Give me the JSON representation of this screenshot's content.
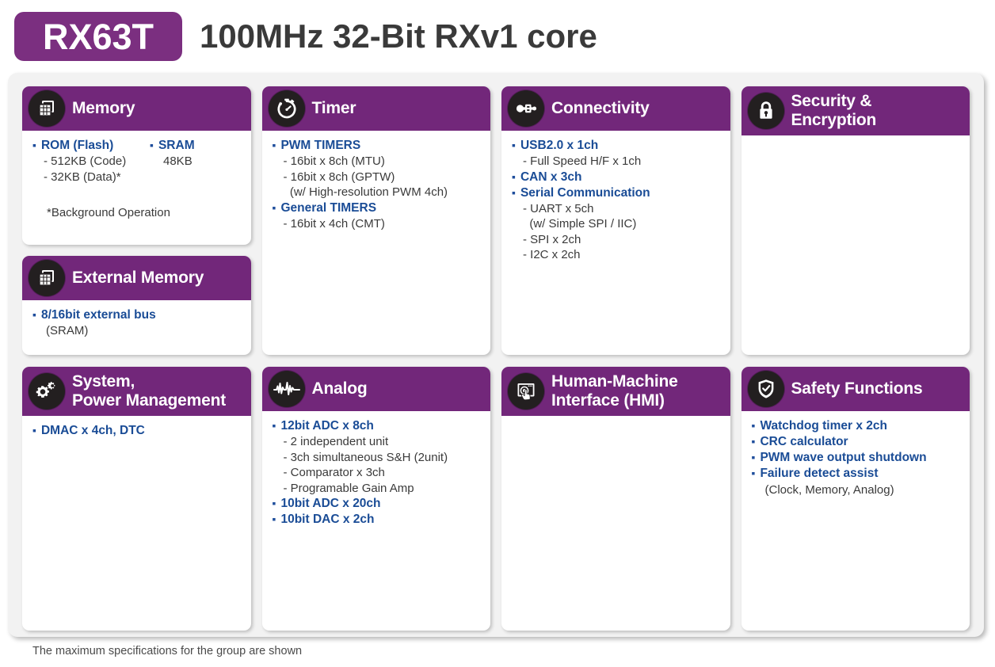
{
  "header": {
    "badge_label": "RX63T",
    "title": "100MHz 32-Bit RXv1 core",
    "badge_color": "#7B2F80",
    "title_color": "#3A3A3A"
  },
  "theme": {
    "header_purple": "#72277A",
    "accent_blue": "#1A4C96",
    "body_text": "#3A3A3A",
    "panel_bg": "#F2F2F2",
    "card_bg": "#FFFFFF",
    "icon_bg": "#231F20"
  },
  "cards": {
    "memory": {
      "title": "Memory",
      "icon": "memory-chip-icon",
      "rom_label": "ROM (Flash)",
      "rom_line1": "- 512KB (Code)",
      "rom_line2": "- 32KB (Data)*",
      "sram_label": "SRAM",
      "sram_value": "48KB",
      "footnote": "*Background Operation"
    },
    "external_memory": {
      "title": "External Memory",
      "icon": "memory-chip-icon",
      "bus_label": "8/16bit external bus",
      "bus_sub": "(SRAM)"
    },
    "system_power": {
      "title_line1": "System,",
      "title_line2": "Power Management",
      "icon": "gears-icon",
      "dmac_label": "DMAC x 4ch, DTC"
    },
    "timer": {
      "title": "Timer",
      "icon": "stopwatch-icon",
      "pwm_label": "PWM TIMERS",
      "pwm_line1": "- 16bit x 8ch (MTU)",
      "pwm_line2": "- 16bit x 8ch (GPTW)",
      "pwm_line3": "  (w/ High-resolution PWM 4ch)",
      "general_label": "General TIMERS",
      "general_line1": "- 16bit x 4ch (CMT)"
    },
    "analog": {
      "title": "Analog",
      "icon": "waveform-icon",
      "adc12_label": "12bit  ADC x 8ch",
      "adc12_line1": "- 2 independent unit",
      "adc12_line2": "- 3ch simultaneous S&H (2unit)",
      "adc12_line3": "- Comparator x 3ch",
      "adc12_line4": "- Programable Gain Amp",
      "adc10_label": "10bit  ADC x 20ch",
      "dac10_label": "10bit DAC x 2ch"
    },
    "connectivity": {
      "title": "Connectivity",
      "icon": "plug-connector-icon",
      "usb_label": "USB2.0 x 1ch",
      "usb_line1": "- Full Speed H/F x 1ch",
      "can_label": "CAN x 3ch",
      "serial_label": "Serial Communication",
      "serial_line1": "- UART x 5ch",
      "serial_line2": "  (w/ Simple SPI / IIC)",
      "serial_line3": "- SPI x 2ch",
      "serial_line4": "- I2C x 2ch"
    },
    "hmi": {
      "title_line1": "Human-Machine",
      "title_line2": "Interface (HMI)",
      "icon": "touchscreen-hand-icon"
    },
    "security": {
      "title_line1": "Security &",
      "title_line2": "Encryption",
      "icon": "lock-icon"
    },
    "safety": {
      "title": "Safety Functions",
      "icon": "shield-check-icon",
      "item1": "Watchdog timer x 2ch",
      "item2": "CRC calculator",
      "item3": "PWM wave output shutdown",
      "item4": "Failure detect assist",
      "item4_sub": "(Clock, Memory, Analog)"
    }
  },
  "footer": {
    "note": "The maximum specifications for the group are shown"
  }
}
